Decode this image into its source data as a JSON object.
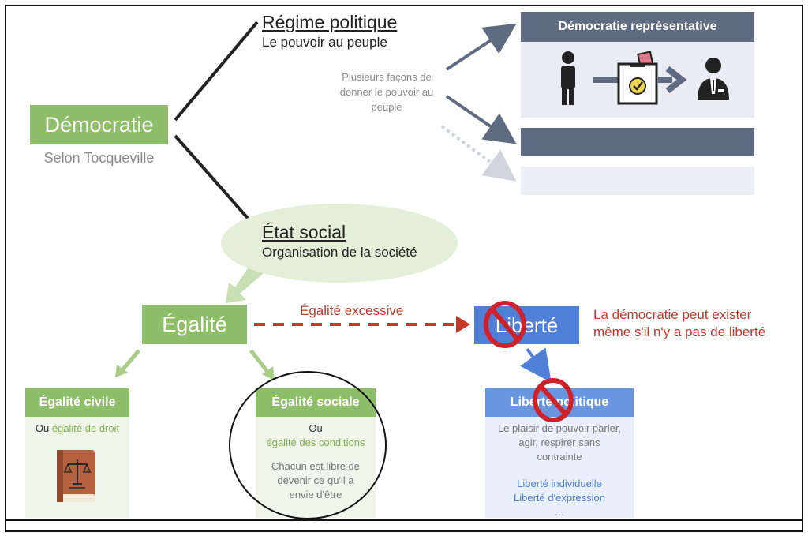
{
  "democratie": {
    "title": "Démocratie",
    "subtitle": "Selon Tocqueville"
  },
  "regime": {
    "title": "Régime politique",
    "subtitle": "Le pouvoir au peuple",
    "note": "Plusieurs façons de donner le pouvoir au peuple"
  },
  "representative": {
    "title": "Démocratie représentative"
  },
  "etat_social": {
    "title": "État social",
    "subtitle": "Organisation de la société"
  },
  "egalite": {
    "title": "Égalité",
    "excessive_label": "Égalité excessive"
  },
  "liberte": {
    "title": "Liberté",
    "note_line1": "La démocratie peut exister",
    "note_line2": "même s'il n'y a pas de liberté"
  },
  "egalite_civile": {
    "title": "Égalité civile",
    "prefix": "Ou",
    "highlight": "égalité de droit"
  },
  "egalite_sociale": {
    "title": "Égalité sociale",
    "prefix": "Ou",
    "highlight": "égalité des conditions",
    "text_line1": "Chacun est libre de",
    "text_line2": "devenir ce qu'il a",
    "text_line3": "envie d'être"
  },
  "liberte_politique": {
    "title": "Liberté politique",
    "text_line1": "Le plaisir de pouvoir parler,",
    "text_line2": "agir, respirer sans",
    "text_line3": "contrainte",
    "item1": "Liberté individuelle",
    "item2": "Liberté d'expression",
    "item3": "…"
  },
  "colors": {
    "green": "#8fbe6a",
    "slate": "#5f6b80",
    "blue": "#4f7fd6",
    "red": "#c0392b",
    "prohibit": "#d0202a"
  },
  "icons": [
    "person-icon",
    "ballot-box-icon",
    "arrow-right-icon",
    "businessman-icon",
    "book-scales-icon",
    "prohibited-icon"
  ]
}
